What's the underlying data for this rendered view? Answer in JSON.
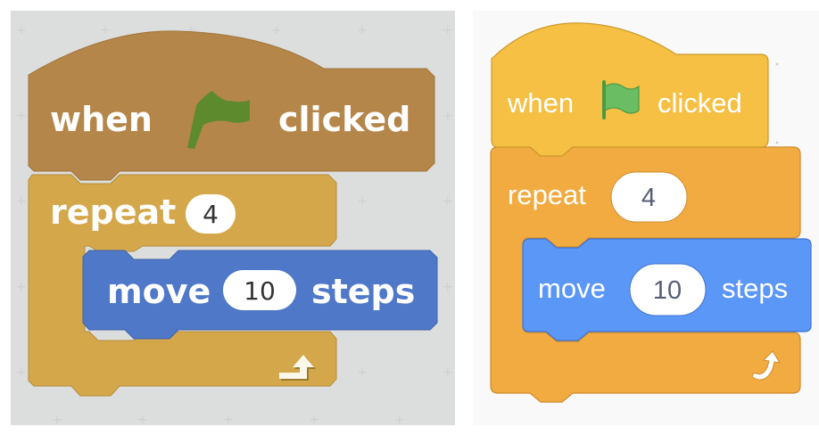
{
  "left_panel": {
    "style": "Scratch 2.0",
    "background": "#dcdddd",
    "hat_block": {
      "label_before": "when",
      "icon": "green-flag-icon",
      "label_after": "clicked",
      "color": "#b5864a",
      "flag_color": "#5e8a2e"
    },
    "repeat_block": {
      "label": "repeat",
      "count": "4",
      "color": "#d4a84a",
      "loop_icon": "loop-arrow-icon"
    },
    "move_block": {
      "label_before": "move",
      "steps": "10",
      "label_after": "steps",
      "color": "#4f78c9"
    }
  },
  "right_panel": {
    "style": "Scratch 3.0",
    "background": "#f9f9f9",
    "hat_block": {
      "label_before": "when",
      "icon": "green-flag-icon",
      "label_after": "clicked",
      "color": "#f5c043",
      "flag_color": "#6abd63"
    },
    "repeat_block": {
      "label": "repeat",
      "count": "4",
      "color": "#f2ab40",
      "loop_icon": "loop-arrow-icon"
    },
    "move_block": {
      "label_before": "move",
      "steps": "10",
      "label_after": "steps",
      "color": "#5b97f7"
    }
  }
}
